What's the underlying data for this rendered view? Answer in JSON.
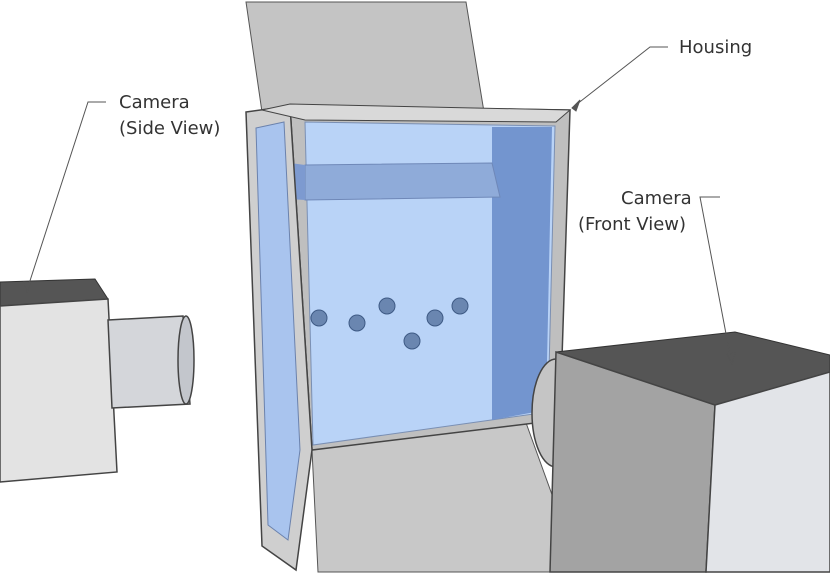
{
  "labels": {
    "housing": "Housing",
    "camera_side": [
      "Camera",
      "(Side View)"
    ],
    "camera_front": [
      "Camera",
      "(Front View)"
    ]
  },
  "particles": {
    "count": 6
  },
  "colors": {
    "metal_light": "#d6d6d6",
    "metal_mid": "#a9a9a9",
    "metal_dark": "#6e6e6e",
    "camera_top": "#555555",
    "water": "#b9d3f7",
    "water_deep": "#6f8fc4",
    "particle": "#6a86b0"
  }
}
